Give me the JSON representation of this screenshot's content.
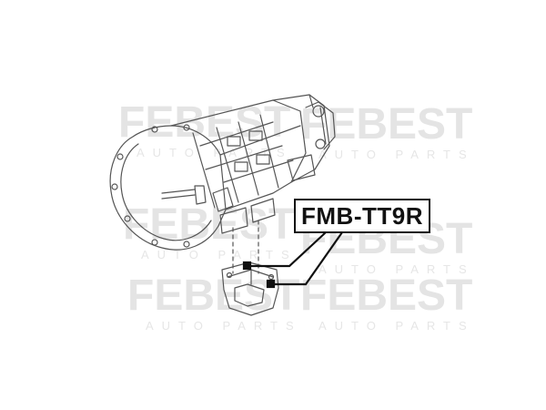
{
  "part_number": "FMB-TT9R",
  "watermark": {
    "brand": "FEBEST",
    "sub": "AUTO PARTS"
  },
  "colors": {
    "watermark": "#e4e4e4",
    "drawing": "#555555",
    "label_border": "#111111"
  }
}
